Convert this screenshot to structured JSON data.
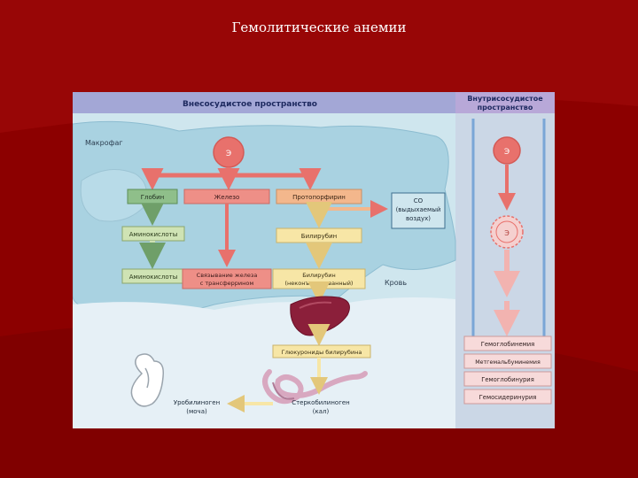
{
  "slide": {
    "title": "Гемолитические анемии"
  },
  "diagram": {
    "extravascular_header": "Внесосудистое пространство",
    "intravascular_header_line1": "Внутрисосудистое",
    "intravascular_header_line2": "пространство",
    "macrophage_label": "Макрофаг",
    "blood_label": "Кровь",
    "erythrocyte_label": "Э",
    "erythrocyte_label_2": "Э",
    "erythrocyte_label_3": "Э",
    "globin": "Глобин",
    "iron": "Железо",
    "protoporphyrin": "Протопорфирин",
    "co_line1": "СО",
    "co_line2": "(выдыхаемый",
    "co_line3": "воздух)",
    "amino_acids_1": "Аминокислоты",
    "bilirubin": "Билирубин",
    "amino_acids_2": "Аминокислоты",
    "iron_binding_line1": "Связывание железа",
    "iron_binding_line2": "с трансферрином",
    "bilirubin_unconj_line1": "Билирубин",
    "bilirubin_unconj_line2": "(неконъюгированный)",
    "glucuronides": "Глюкурониды билирубина",
    "urobilinogen_line1": "Уробилиноген",
    "urobilinogen_line2": "(моча)",
    "stercobilinogen_line1": "Стеркобилиноген",
    "stercobilinogen_line2": "(кал)",
    "hemoglobinemia": "Гемоглобинемия",
    "methemalbuminemia": "Метгемальбуминемия",
    "hemoglobinuria": "Гемоглобинурия",
    "hemosiderinuria": "Гемосидеринурия"
  },
  "colors": {
    "slide_background": "#8c0000",
    "panel_background": "#cfe6ee",
    "header_band": "#a3a7d6",
    "intravascular_panel": "#cbd7e6",
    "arrow_red": "#e8716c",
    "globin_box": "#8fbf8a",
    "amino_box": "#cfe3b4",
    "iron_box": "#ee8f87",
    "protoporphyrin_box": "#f3b78c",
    "bilirubin_box": "#f7e6a6",
    "liver": "#8b1f3a"
  }
}
